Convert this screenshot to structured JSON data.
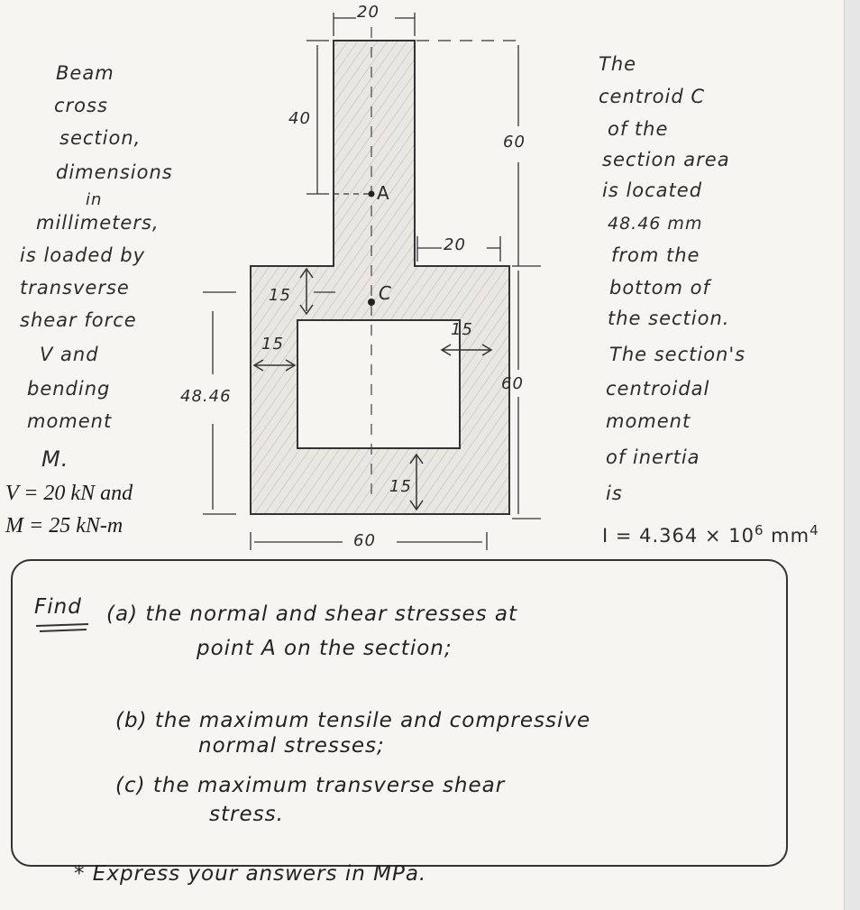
{
  "left_text": {
    "lines": [
      "Beam",
      "cross",
      "section,",
      "dimensions",
      "in",
      "millimeters,",
      "is loaded by",
      "transverse",
      "shear force",
      "V and",
      "bending",
      "moment",
      "M."
    ],
    "V": "V = 20 kN and",
    "M": "M = 25 kN-m"
  },
  "dims": {
    "top_width": "20",
    "stem_height": "40",
    "upper_height": "60",
    "lower_height": "60",
    "right_step": "20",
    "wall_top": "15",
    "wall_left": "15",
    "wall_right": "15",
    "wall_bottom": "15",
    "centroid_height": "48.46",
    "bottom_width": "60"
  },
  "points": {
    "A": "A",
    "C": "C"
  },
  "right_text": {
    "lines": [
      "The",
      "centroid C",
      "of the",
      "section area",
      "is located",
      "48.46 mm",
      "from the",
      "bottom of",
      "the section.",
      "The section's",
      "centroidal",
      "moment",
      "of inertia",
      "is"
    ],
    "inertia": "I = 4.364 × 10",
    "inertia_exp": "6",
    "inertia_unit": "mm",
    "inertia_unit_exp": "4"
  },
  "find": {
    "label": "Find",
    "a1": "(a) the normal and shear stresses at",
    "a2": "point A on the section;",
    "b1": "(b) the maximum tensile and compressive",
    "b2": "normal stresses;",
    "c1": "(c) the maximum transverse shear",
    "c2": "stress."
  },
  "note": "* Express your answers in MPa."
}
